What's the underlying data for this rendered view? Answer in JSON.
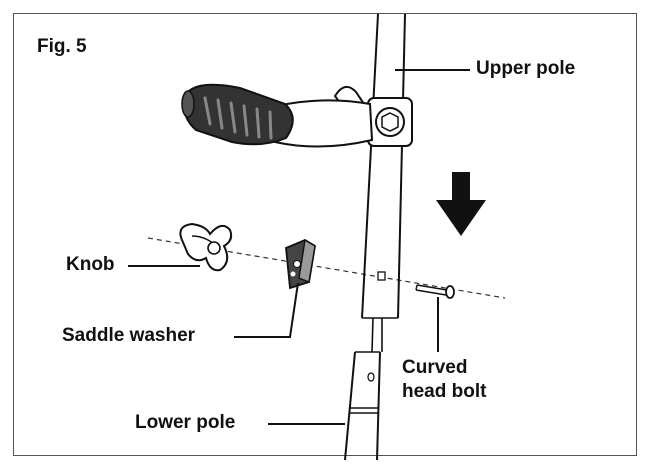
{
  "figure": {
    "fig_label": "Fig. 5",
    "labels": {
      "upper_pole": "Upper pole",
      "knob": "Knob",
      "saddle_washer": "Saddle washer",
      "curved_head_bolt_line1": "Curved",
      "curved_head_bolt_line2": "head bolt",
      "lower_pole": "Lower pole"
    }
  },
  "colors": {
    "stroke": "#111111",
    "frame": "#555555",
    "fill_dark": "#3a3a3a",
    "fill_mid": "#9a9a9a"
  },
  "icons": [
    "down-arrow-icon",
    "knob-icon",
    "saddle-washer-icon",
    "bolt-icon",
    "handle-icon"
  ]
}
